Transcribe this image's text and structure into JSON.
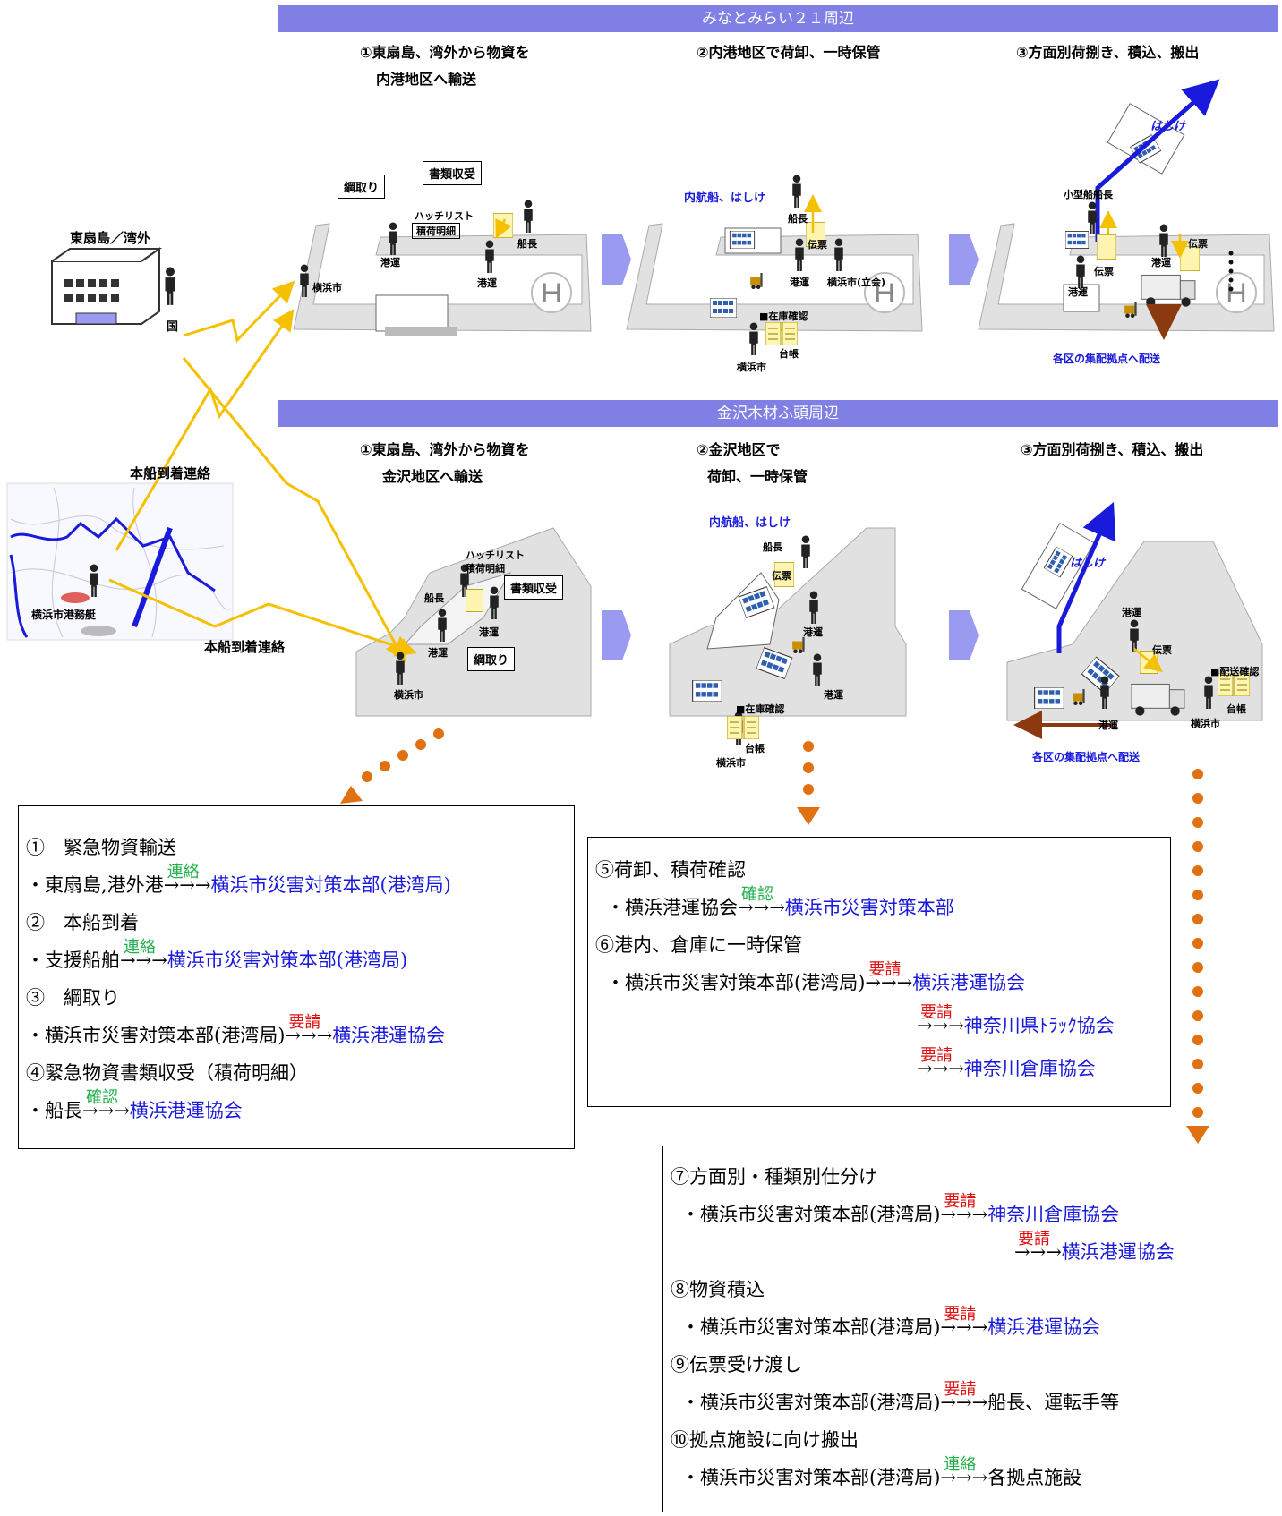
{
  "bands": {
    "top": "みなとみらい２１周辺",
    "bottom": "金沢木材ふ頭周辺"
  },
  "top_headers": {
    "h1_line1": "①東扇島、湾外から物資を",
    "h1_line2": "内港地区へ輸送",
    "h2": "②内港地区で荷卸、一時保管",
    "h3": "③方面別荷捌き、積込、搬出"
  },
  "bottom_headers": {
    "h1_line1": "①東扇島、湾外から物資を",
    "h1_line2": "金沢地区へ輸送",
    "h2_line1": "②金沢地区で",
    "h2_line2": "荷卸、一時保管",
    "h3": "③方面別荷捌き、積込、搬出"
  },
  "left": {
    "higashi_label": "東扇島／湾外",
    "kuni": "国",
    "honsen_1": "本船到着連絡",
    "honsen_2": "本船到着連絡",
    "harbor_boat": "横浜市港務艇"
  },
  "top_scene1": {
    "tsunatori": "綱取り",
    "shorui": "書類収受",
    "hatch": "ハッチリスト",
    "tsumini": "積荷明細",
    "kowun1": "港運",
    "kowun2": "港運",
    "sencho": "船長",
    "yokohama": "横浜市"
  },
  "top_scene2": {
    "naikosen": "内航船、はしけ",
    "sencho": "船長",
    "denpyo": "伝票",
    "kowun": "港運",
    "yokohama_tachiai": "横浜市(立会)",
    "zaiko": "■在庫確認",
    "daicho": "台帳",
    "yokohama": "横浜市"
  },
  "top_scene3": {
    "hashike": "はしけ",
    "kogata": "小型船船長",
    "denpyo1": "伝票",
    "denpyo2": "伝票",
    "kowun1": "港運",
    "kowun2": "港運",
    "haiso": "各区の集配拠点へ配送"
  },
  "bot_scene1": {
    "hatch": "ハッチリスト",
    "tsumini": "積荷明細",
    "shorui": "書類収受",
    "sencho": "船長",
    "kowun1": "港運",
    "kowun2": "港運",
    "tsunatori": "綱取り",
    "yokohama": "横浜市"
  },
  "bot_scene2": {
    "naikosen": "内航船、はしけ",
    "sencho": "船長",
    "denpyo": "伝票",
    "kowun1": "港運",
    "kowun2": "港運",
    "zaiko": "■在庫確認",
    "daicho": "台帳",
    "yokohama": "横浜市"
  },
  "bot_scene3": {
    "hashike": "はしけ",
    "kowun1": "港運",
    "kowun2": "港運",
    "denpyo": "伝票",
    "haiso_kakunin": "■配送確認",
    "daicho": "台帳",
    "yokohama": "横浜市",
    "haiso": "各区の集配拠点へ配送"
  },
  "box1": {
    "l1": "①　緊急物資輸送",
    "l2_pre": "・東扇島,港外港",
    "l2_tag": "連絡",
    "l2_post": "横浜市災害対策本部(港湾局)",
    "l3": "②　本船到着",
    "l4_pre": "・支援船舶",
    "l4_tag": "連絡",
    "l4_post": "横浜市災害対策本部(港湾局)",
    "l5": "③　綱取り",
    "l6_pre": "・横浜市災害対策本部(港湾局)",
    "l6_tag": "要請",
    "l6_post": "横浜港運協会",
    "l7": "④緊急物資書類収受（積荷明細）",
    "l8_pre": "・船長",
    "l8_tag": "確認",
    "l8_post": "横浜港運協会"
  },
  "box2": {
    "l1": "⑤荷卸、積荷確認",
    "l2_pre": "・横浜港運協会",
    "l2_tag": "確認",
    "l2_post": "横浜市災害対策本部",
    "l3": "⑥港内、倉庫に一時保管",
    "l4_pre": "・横浜市災害対策本部(港湾局)",
    "l4_tag": "要請",
    "l4_post": "横浜港運協会",
    "l5_tag": "要請",
    "l5_post": "神奈川県ﾄﾗｯｸ協会",
    "l6_tag": "要請",
    "l6_post": "神奈川倉庫協会"
  },
  "box3": {
    "l1": "⑦方面別・種類別仕分け",
    "l2_pre": "・横浜市災害対策本部(港湾局)",
    "l2_tag": "要請",
    "l2_post": "神奈川倉庫協会",
    "l3_tag": "要請",
    "l3_post": "横浜港運協会",
    "l4": "⑧物資積込",
    "l5_pre": "・横浜市災害対策本部(港湾局)",
    "l5_tag": "要請",
    "l5_post": "横浜港運協会",
    "l6": "⑨伝票受け渡し",
    "l7_pre": "・横浜市災害対策本部(港湾局)",
    "l7_tag": "要請",
    "l7_post": "船長、運転手等",
    "l8": "⑩拠点施設に向け搬出",
    "l9_pre": "・横浜市災害対策本部(港湾局)",
    "l9_tag": "連絡",
    "l9_post": "各拠点施設"
  },
  "arrow_glyph": "→→→",
  "colors": {
    "band": "#7f7fe6",
    "pier": "#e1e1e1",
    "yellow": "#f5c000",
    "orange": "#e07010",
    "blue": "#1a1adc",
    "red": "#e01010",
    "green": "#21b04a"
  }
}
